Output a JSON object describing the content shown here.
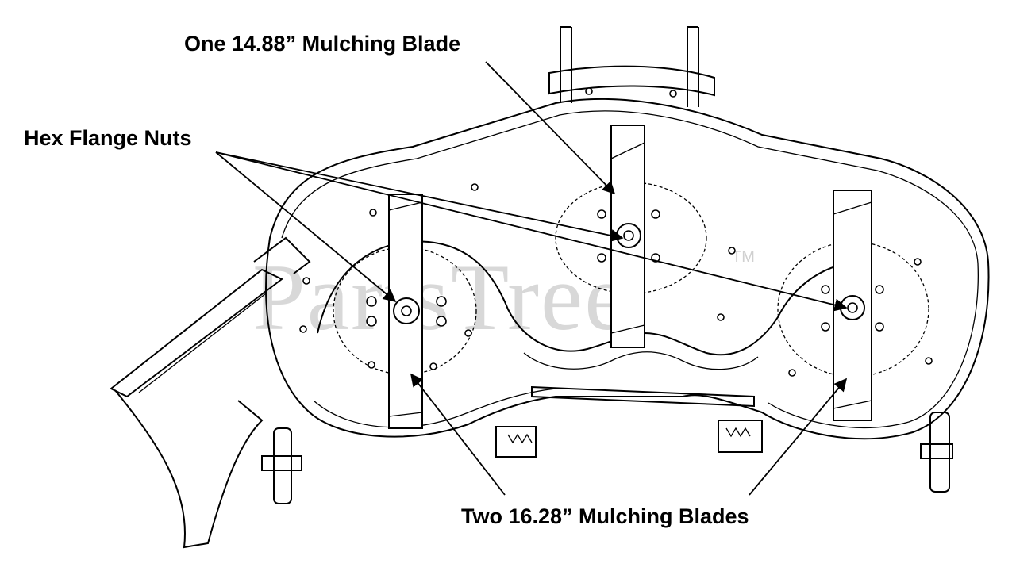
{
  "watermark": {
    "brand": "PartsTree",
    "trademark": "TM"
  },
  "callouts": {
    "center_blade": "One 14.88” Mulching Blade",
    "nuts": "Hex Flange Nuts",
    "side_blades": "Two 16.28” Mulching Blades"
  },
  "icons": {
    "arrow": "arrow-head-icon"
  }
}
